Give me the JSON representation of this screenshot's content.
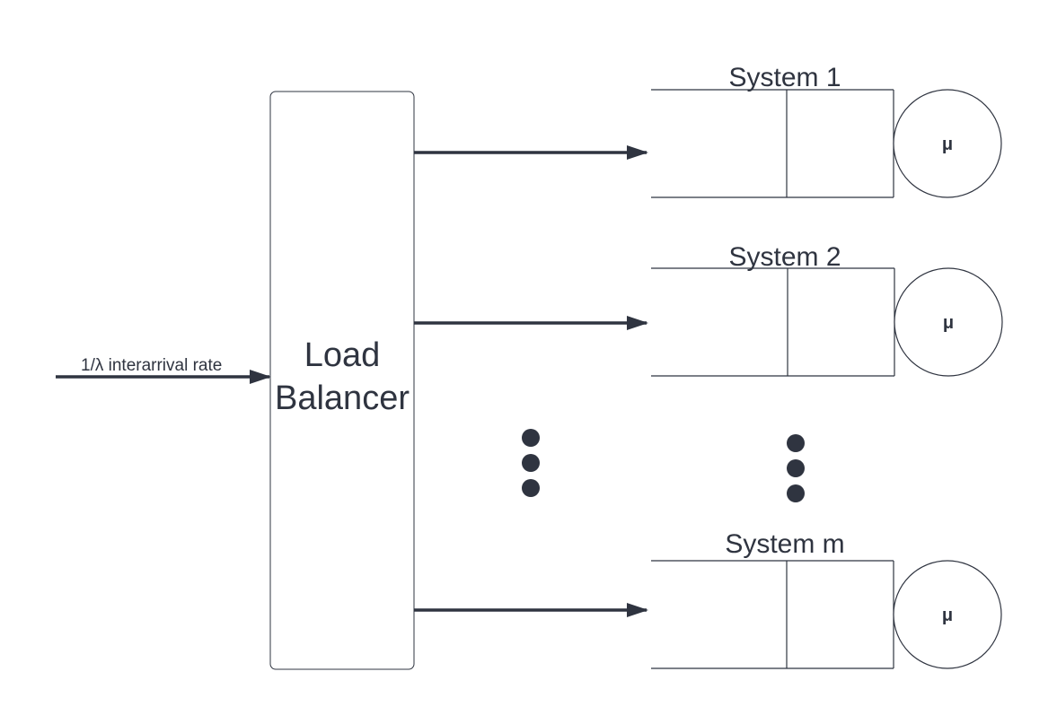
{
  "arrival": {
    "label": "1/λ interarrival rate"
  },
  "load_balancer": {
    "line1": "Load",
    "line2": "Balancer"
  },
  "systems": [
    {
      "title": "System 1",
      "server_label": "μ"
    },
    {
      "title": "System 2",
      "server_label": "μ"
    },
    {
      "title": "System m",
      "server_label": "μ"
    }
  ],
  "colors": {
    "stroke": "#2f3440",
    "background": "#ffffff"
  },
  "ellipsis_icons": [
    "vertical-ellipsis-icon",
    "vertical-ellipsis-icon"
  ]
}
